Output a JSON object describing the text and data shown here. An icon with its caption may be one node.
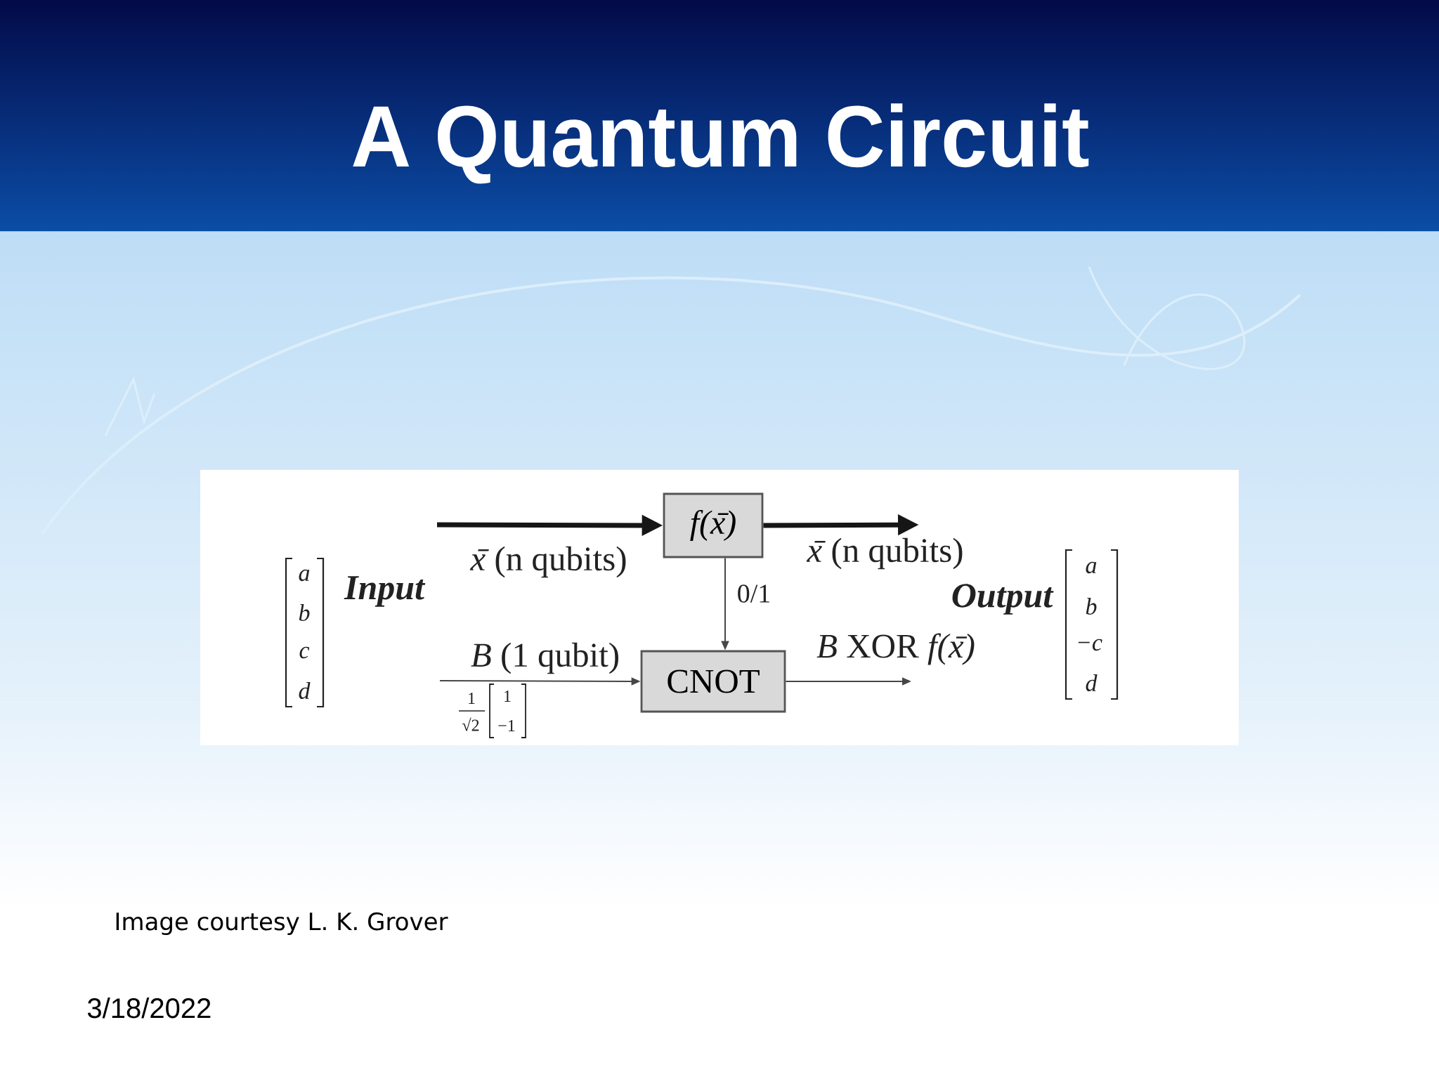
{
  "diagram": {
    "title": "A Quantum Circuit",
    "caption": "Image courtesy L. K. Grover",
    "nodes": [
      {
        "text": [
          "f(x̄)"
        ]
      },
      {
        "text": [
          "CNOT"
        ]
      }
    ],
    "edges": [
      {
        "from": null,
        "to": 0,
        "arrow": "to",
        "style": "thick",
        "label": "*x̄* (n qubits)"
      },
      {
        "from": 0,
        "to": null,
        "arrow": "to",
        "style": "thick",
        "label": "*x̄* (n qubits)"
      },
      {
        "from": 0,
        "to": 1,
        "arrow": "to",
        "label": "0/1"
      },
      {
        "from": null,
        "to": 1,
        "arrow": "to",
        "label": "*B* (1 qubit)"
      },
      {
        "from": 1,
        "to": null,
        "arrow": "to",
        "label": "*B* XOR *f(x̄)*"
      }
    ],
    "labels": [
      "a",
      "b",
      "c",
      "d",
      "Input",
      "Output",
      "a",
      "b",
      "−c",
      "d",
      "1",
      "√2",
      "1",
      "−1",
      "3/18/2022"
    ]
  }
}
